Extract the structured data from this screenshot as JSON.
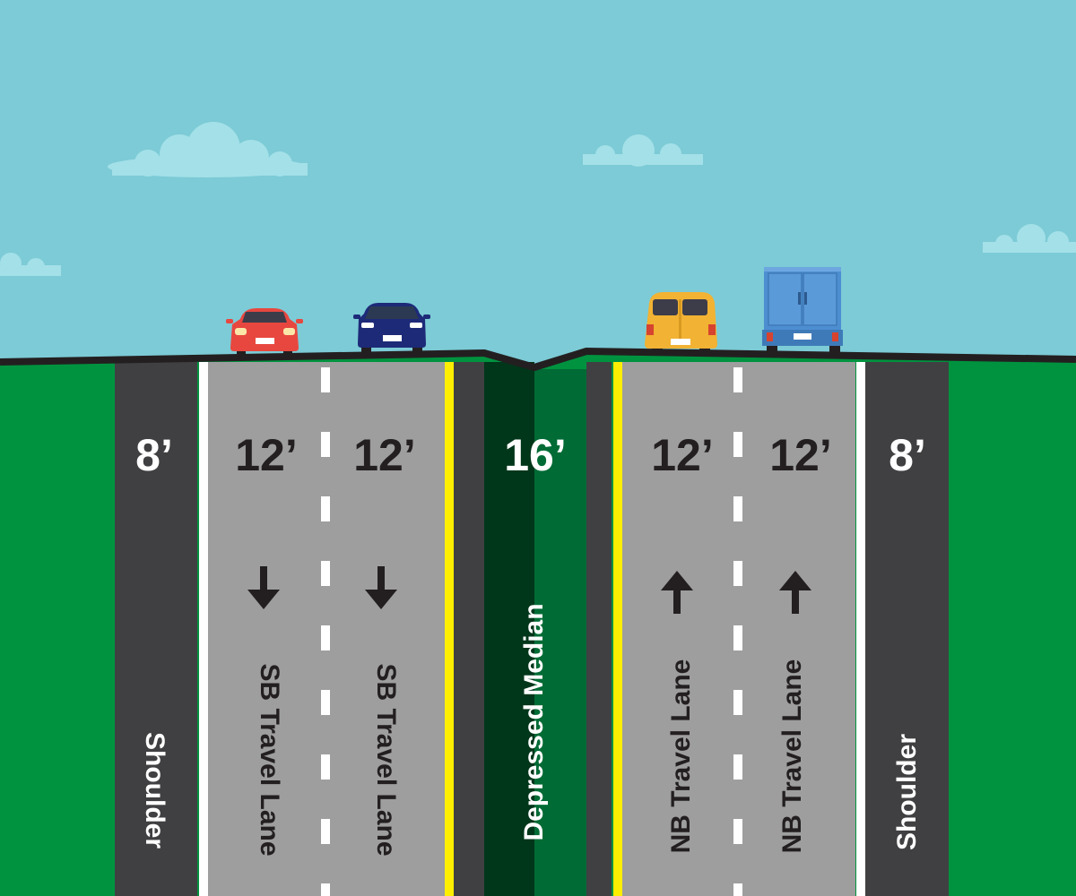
{
  "colors": {
    "sky": "#7ccbd6",
    "grass": "#00933f",
    "shoulder": "#404042",
    "lane": "#9e9e9e",
    "median_dark": "#00361a",
    "median_light": "#006b35",
    "yellow_line": "#ffee00",
    "white_line": "#ffffff",
    "text_dark": "#231f20",
    "text_light": "#ffffff"
  },
  "segments": {
    "sb_shoulder": {
      "width": "8’",
      "label": "Shoulder"
    },
    "sb_lane_1": {
      "width": "12’",
      "label": "SB Travel Lane",
      "direction": "down-arrow-icon"
    },
    "sb_lane_2": {
      "width": "12’",
      "label": "SB Travel Lane",
      "direction": "down-arrow-icon"
    },
    "median": {
      "width": "16’",
      "label": "Depressed Median"
    },
    "nb_lane_1": {
      "width": "12’",
      "label": "NB Travel Lane",
      "direction": "up-arrow-icon"
    },
    "nb_lane_2": {
      "width": "12’",
      "label": "NB Travel Lane",
      "direction": "up-arrow-icon"
    },
    "nb_shoulder": {
      "width": "8’",
      "label": "Shoulder"
    }
  },
  "vehicles": [
    {
      "name": "red-car-icon",
      "color": "#e8473f"
    },
    {
      "name": "blue-car-icon",
      "color": "#1d2a78"
    },
    {
      "name": "yellow-van-icon",
      "color": "#f2b233"
    },
    {
      "name": "blue-truck-icon",
      "color": "#4d8ed1"
    }
  ]
}
